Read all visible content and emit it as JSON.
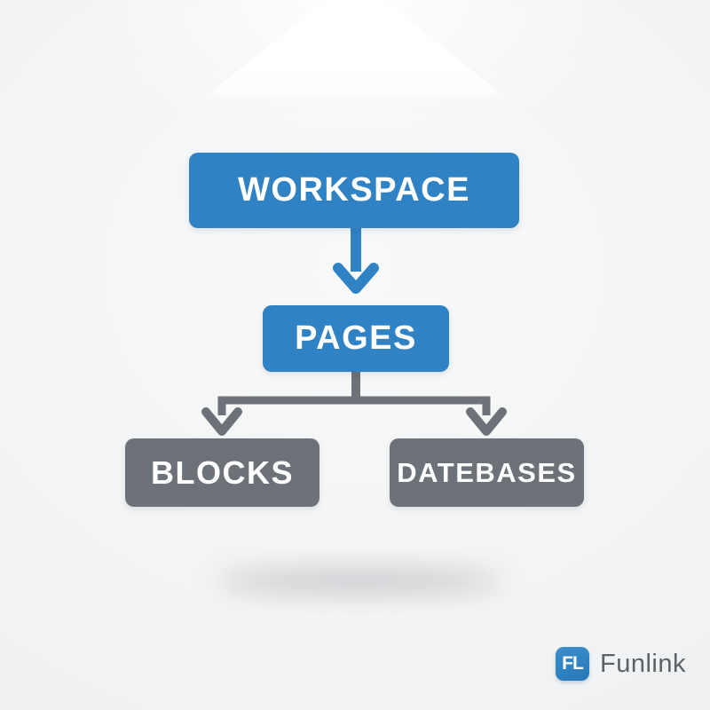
{
  "diagram": {
    "title": "Workspace hierarchy flowchart",
    "nodes": {
      "workspace": {
        "label": "WORKSPACE",
        "level": 1
      },
      "pages": {
        "label": "PAGES",
        "level": 2
      },
      "blocks": {
        "label": "BLOCKS",
        "level": 3
      },
      "databases": {
        "label": "DATEBASES",
        "level": 3
      }
    },
    "edges": [
      {
        "from": "workspace",
        "to": "pages"
      },
      {
        "from": "pages",
        "to": "blocks"
      },
      {
        "from": "pages",
        "to": "databases"
      }
    ]
  },
  "brand": {
    "monogram": "FL",
    "name": "Funlink"
  },
  "colors": {
    "node_blue": "#2F82C4",
    "node_gray": "#6C7278",
    "connector_blue": "#2F82C4",
    "connector_gray": "#6C7278",
    "node_text": "#FFFFFF",
    "brand_text": "#5D6267",
    "background": "#ECEDEE"
  }
}
